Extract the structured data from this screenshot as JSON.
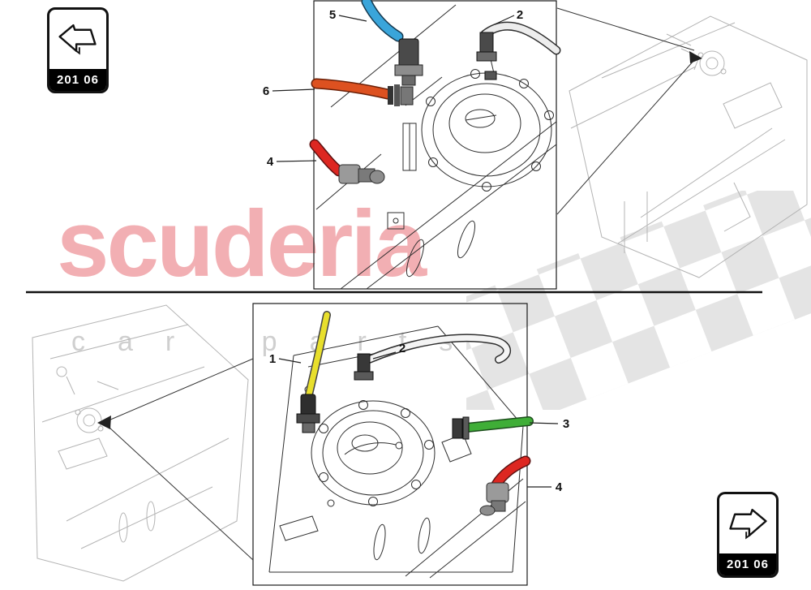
{
  "watermark": {
    "title": "scuderia",
    "subtitle": "car parts",
    "title_color": "#f2afb3",
    "subtitle_color": "#cfcfcf",
    "flag_color": "#c2c2c2"
  },
  "badges": {
    "top_left": {
      "code": "201 06",
      "arrow": "left"
    },
    "bottom_right": {
      "code": "201 06",
      "arrow": "right"
    }
  },
  "diagrams": {
    "top_detail": {
      "callouts": [
        {
          "number": "5",
          "part": "blue-hose",
          "color": "#3aa5da"
        },
        {
          "number": "2",
          "part": "hose-connector",
          "color": "#ededed"
        },
        {
          "number": "6",
          "part": "orange-hose",
          "color": "#dd5120"
        },
        {
          "number": "4",
          "part": "red-elbow-hose",
          "color": "#dd2721"
        }
      ]
    },
    "bottom_detail": {
      "callouts": [
        {
          "number": "1",
          "part": "yellow-hose",
          "color": "#e8df2c"
        },
        {
          "number": "2",
          "part": "vent-hose",
          "color": "#f4f4f4"
        },
        {
          "number": "3",
          "part": "green-hose",
          "color": "#3fae37"
        },
        {
          "number": "4",
          "part": "red-elbow-hose",
          "color": "#dd2721"
        }
      ]
    }
  }
}
